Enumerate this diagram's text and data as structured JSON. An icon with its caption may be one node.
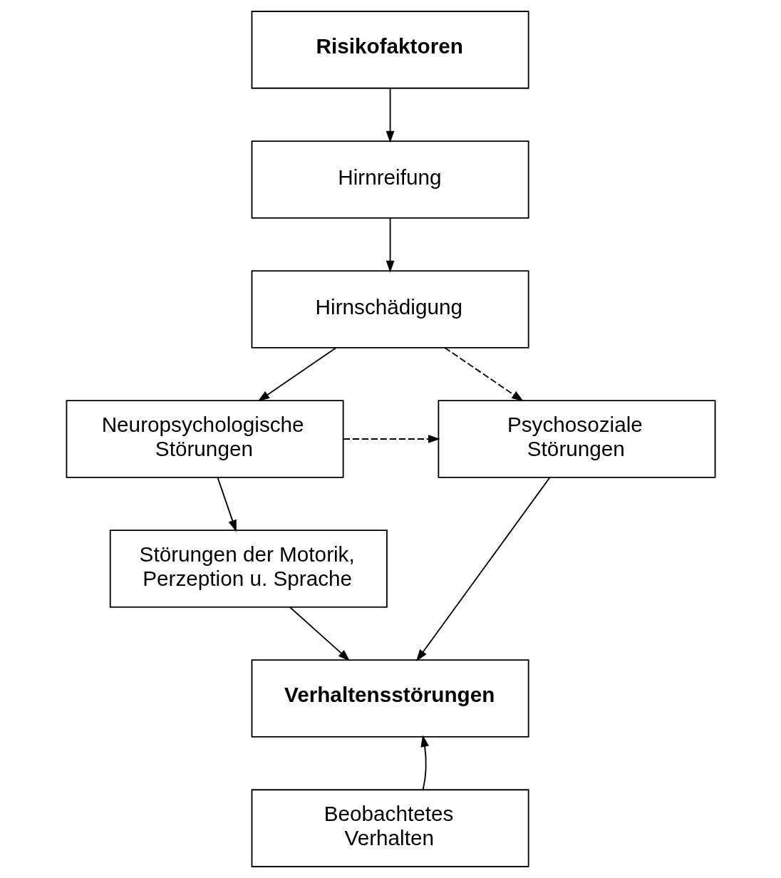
{
  "diagram": {
    "nodes": [
      {
        "text": [
          "Risikofaktoren"
        ]
      },
      {
        "text": [
          "Hirnreifung"
        ]
      },
      {
        "text": [
          "Hirnschädigung"
        ]
      },
      {
        "text": [
          "Neuropsychologische Störungen"
        ]
      },
      {
        "text": [
          "Psychosoziale Störungen"
        ]
      },
      {
        "text": [
          "Störungen der Motorik, Perzeption u. Sprache"
        ]
      },
      {
        "text": [
          "Verhaltensstörungen"
        ]
      },
      {
        "text": [
          "Beobachtetes Verhalten"
        ]
      }
    ],
    "edges": [
      {
        "from": 0,
        "to": 1,
        "arrow": "to"
      },
      {
        "from": 1,
        "to": 2,
        "arrow": "to"
      },
      {
        "from": 2,
        "to": 3,
        "arrow": "to"
      },
      {
        "from": 2,
        "to": 4,
        "arrow": "to",
        "style": "dashed"
      },
      {
        "from": 3,
        "to": 4,
        "arrow": "to",
        "style": "dashed"
      },
      {
        "from": 3,
        "to": 5,
        "arrow": "to"
      },
      {
        "from": 5,
        "to": 6,
        "arrow": "to"
      },
      {
        "from": 4,
        "to": 6,
        "arrow": "to"
      },
      {
        "from": 7,
        "to": 6,
        "arrow": "to"
      }
    ]
  }
}
